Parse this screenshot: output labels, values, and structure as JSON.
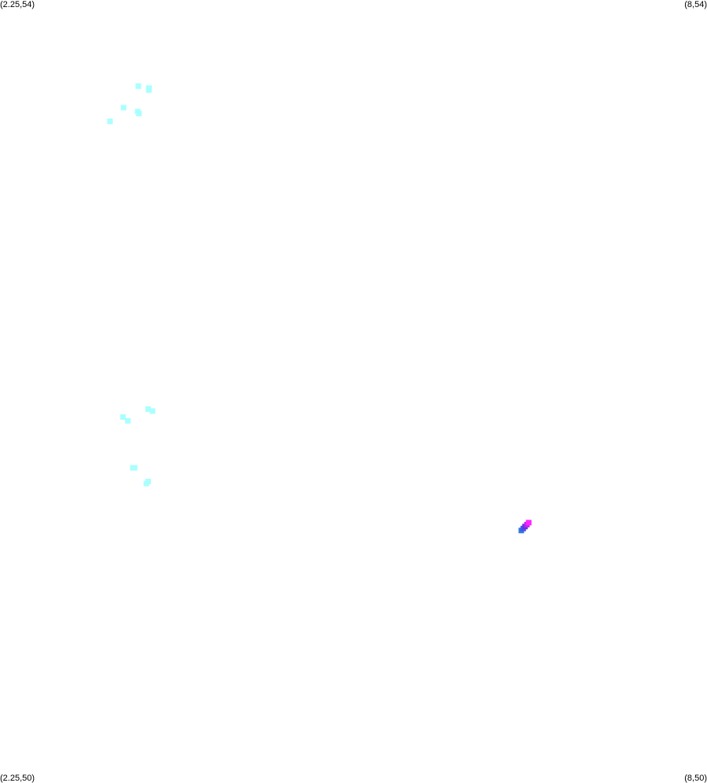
{
  "corners": {
    "top_left": "(2.25,54)",
    "top_right": "(8,54)",
    "bottom_left": "(2.25,50)",
    "bottom_right": "(8,50)"
  },
  "chart_data": {
    "type": "scatter",
    "title": "",
    "xlabel": "",
    "ylabel": "",
    "xlim": [
      2.25,
      8
    ],
    "ylim": [
      50,
      54
    ],
    "grid": false,
    "points": [
      {
        "x": 3.375,
        "y": 53.56,
        "color": "#aaffff"
      },
      {
        "x": 3.46,
        "y": 53.54,
        "color": "#aaffff"
      },
      {
        "x": 3.463,
        "y": 53.55,
        "color": "#aaffff"
      },
      {
        "x": 3.255,
        "y": 53.45,
        "color": "#aaffff"
      },
      {
        "x": 3.37,
        "y": 53.43,
        "color": "#aaffff"
      },
      {
        "x": 3.38,
        "y": 53.42,
        "color": "#aaffff"
      },
      {
        "x": 3.145,
        "y": 53.38,
        "color": "#aaffff"
      },
      {
        "x": 3.46,
        "y": 53.55,
        "color": "#aaffff"
      },
      {
        "x": 3.455,
        "y": 51.91,
        "color": "#aaffff"
      },
      {
        "x": 3.49,
        "y": 51.9,
        "color": "#aaffff"
      },
      {
        "x": 3.25,
        "y": 51.87,
        "color": "#aaffff"
      },
      {
        "x": 3.29,
        "y": 51.85,
        "color": "#aaffff"
      },
      {
        "x": 3.33,
        "y": 51.61,
        "color": "#aaffff"
      },
      {
        "x": 3.345,
        "y": 51.61,
        "color": "#aaffff"
      },
      {
        "x": 3.44,
        "y": 51.53,
        "color": "#aaffff"
      },
      {
        "x": 3.455,
        "y": 51.54,
        "color": "#aaffff"
      },
      {
        "x": 6.49,
        "y": 51.29,
        "color": "#3377dd"
      },
      {
        "x": 6.505,
        "y": 51.3,
        "color": "#4455ee"
      },
      {
        "x": 6.52,
        "y": 51.31,
        "color": "#6633dd"
      },
      {
        "x": 6.535,
        "y": 51.32,
        "color": "#bb22ee"
      },
      {
        "x": 6.55,
        "y": 51.33,
        "color": "#ff22ff"
      }
    ]
  }
}
